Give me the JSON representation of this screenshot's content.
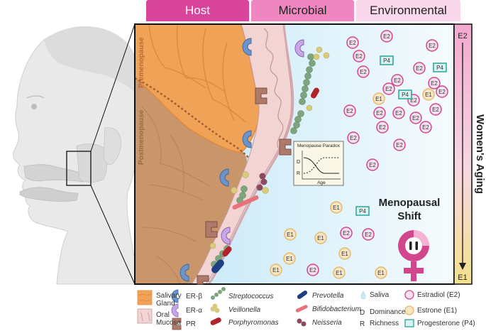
{
  "tabs": {
    "host": "Host",
    "microbial": "Microbial",
    "environmental": "Environmental"
  },
  "labels": {
    "premenopause": "Premenopause",
    "postmenopause": "Postmenopause",
    "axis_top": "E2",
    "axis_bottom": "E1",
    "axis_title": "Women's Aging",
    "shift_line1": "Menopausal",
    "shift_line2": "Shift"
  },
  "paradox": {
    "title": "Menopause Paradox",
    "d": "D",
    "r": "R",
    "age": "Age"
  },
  "hormones": {
    "e2": "E2",
    "e1": "E1",
    "p4": "P4"
  },
  "receptors": {
    "er_beta": "ER-β",
    "er_alpha": "ER-α",
    "pr": "PR"
  },
  "legend": {
    "salivary_gland_1": "Salivary",
    "salivary_gland_2": "Gland",
    "oral_mucosa_1": "Oral",
    "oral_mucosa_2": "Mucosa",
    "er_beta": "ER-β",
    "er_alpha": "ER-α",
    "pr": "PR",
    "streptococcus": "Streptococcus",
    "veillonella": "Veillonella",
    "porphyromonas": "Porphyromonas",
    "prevotella": "Prevotella",
    "bifidobacterium": "Bifidobacterium",
    "neisseria": "Neisseria",
    "saliva": "Saliva",
    "dominance_key": "D",
    "dominance": "Dominance",
    "richness_key": "R",
    "richness": "Richness",
    "estradiol": "Estradiol (E2)",
    "estrone": "Estrone (E1)",
    "progesterone": "Progesterone (P4)"
  },
  "colors": {
    "host_tab": "#d9459a",
    "microbial_tab": "#ef86c0",
    "environmental_tab": "#f8d8ea",
    "salivary": "#f0a257",
    "postmenopause_tissue": "#c9956a",
    "mucosa": "#f2d4d3",
    "saliva": "#cbe9f7",
    "er_beta": "#6e93c9",
    "er_alpha": "#c9a6e8",
    "pr": "#b07a6a",
    "streptococcus": "#7ea57e",
    "veillonella": "#d8cb7d",
    "porphyromonas": "#b3232a",
    "prevotella": "#1f3f84",
    "bifidobacterium": "#e8727a",
    "neisseria": "#8d4a5e",
    "estradiol": "#d2468e",
    "estrone": "#e8b96a",
    "progesterone": "#2aa39b"
  }
}
